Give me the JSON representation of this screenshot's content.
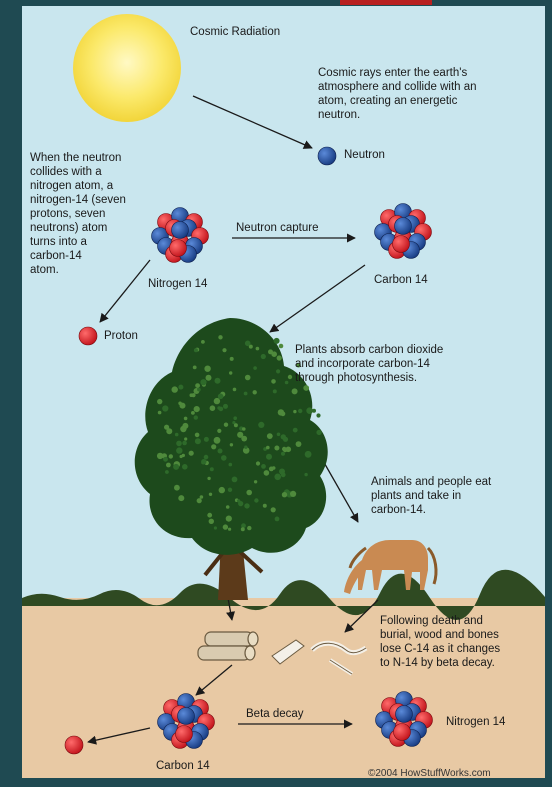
{
  "diagram": {
    "labels": {
      "cosmic_radiation": "Cosmic Radiation",
      "cosmic_rays_text": "Cosmic rays enter the earth's\natmosphere and collide with an\natom, creating an energetic\nneutron.",
      "neutron": "Neutron",
      "neutron_explanation": "When the neutron\ncollides with a\nnitrogen atom, a\nnitrogen-14 (seven\nprotons, seven\nneutrons) atom\nturns into a\ncarbon-14\natom.",
      "neutron_capture": "Neutron capture",
      "nitrogen14_top": "Nitrogen 14",
      "carbon14_top": "Carbon 14",
      "proton": "Proton",
      "plants_text": "Plants absorb carbon dioxide\nand incorporate carbon-14\nthrough photosynthesis.",
      "animals_text": "Animals and people eat\nplants and take in\ncarbon-14.",
      "death_text": "Following death and\nburial, wood and bones\nlose C-14 as it changes\nto N-14 by beta decay.",
      "beta_decay": "Beta decay",
      "carbon14_bottom": "Carbon 14",
      "nitrogen14_bottom": "Nitrogen 14",
      "copyright": "©2004 HowStuffWorks.com"
    },
    "colors": {
      "sky": "#c9e6ee",
      "ground": "#e8c9a4",
      "sun": "#fbe96a",
      "proton": "#e51b24",
      "neutron": "#1f4fa3",
      "tree": "#1d4a1c",
      "trunk": "#5c3a1a",
      "horse": "#c98a52",
      "frame": "#1f4a52",
      "accent": "#b82020"
    }
  }
}
